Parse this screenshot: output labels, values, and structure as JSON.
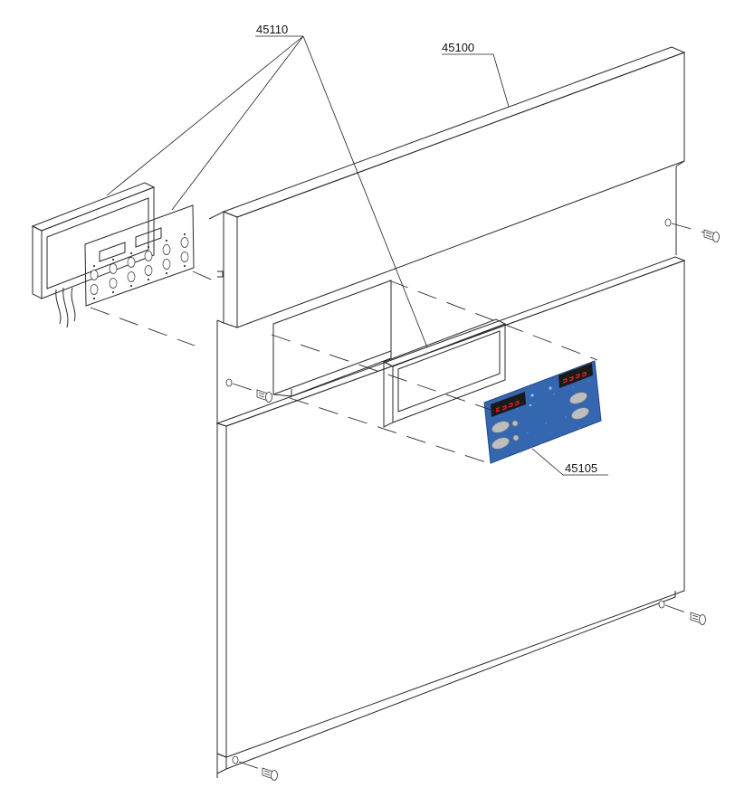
{
  "labels": {
    "bracket": "45110",
    "panel": "45100",
    "control_overlay": "45105"
  },
  "colors": {
    "overlay_blue": "#3566b0",
    "overlay_dot": "#6f9bd8",
    "display_bg": "#1a1a1a",
    "display_digits": "#e02020",
    "button": "#b9b9b9",
    "gasket": "#8d8d8d",
    "frame": "#4a4a4a"
  }
}
